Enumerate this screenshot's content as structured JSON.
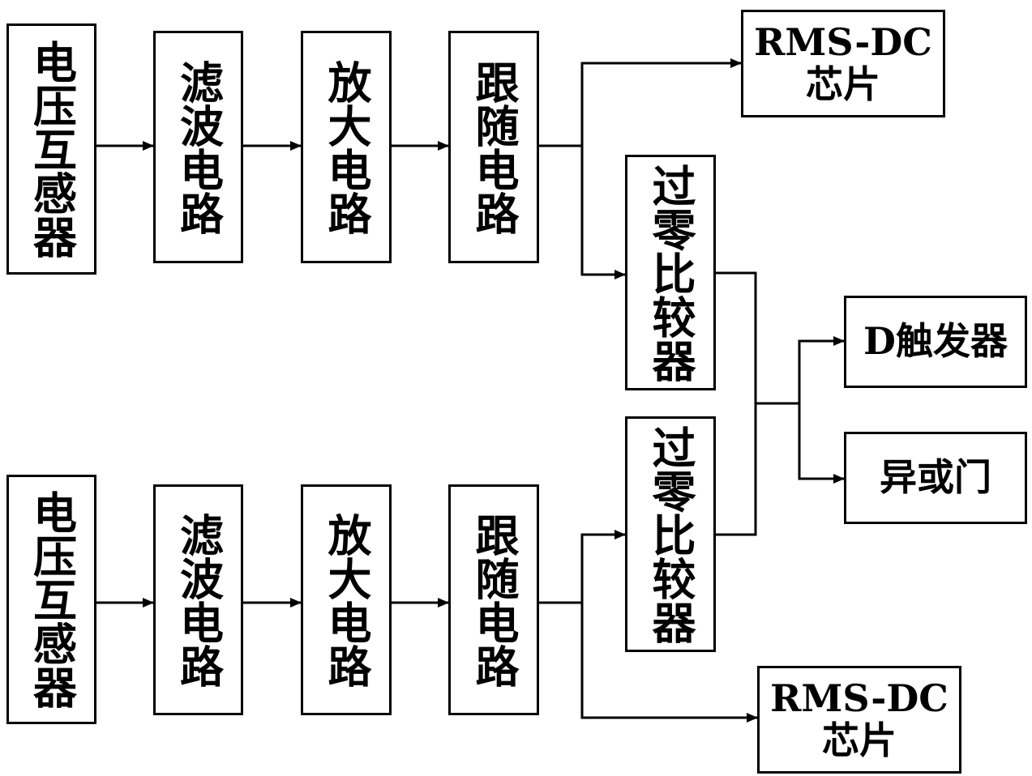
{
  "blocks": {
    "vt_top": "电压互感器",
    "filter_top": "滤波电路",
    "amp_top": "放大电路",
    "follow_top": "跟随电路",
    "rms_top_l1": "RMS-DC",
    "rms_top_l2": "芯片",
    "zc_top": "过零比较器",
    "dff": "D触发器",
    "xor": "异或门",
    "vt_bot": "电压互感器",
    "filter_bot": "滤波电路",
    "amp_bot": "放大电路",
    "follow_bot": "跟随电路",
    "zc_bot": "过零比较器",
    "rms_bot_l1": "RMS-DC",
    "rms_bot_l2": "芯片"
  },
  "colors": {
    "line": "#000000",
    "box_fill": "#ffffff"
  }
}
